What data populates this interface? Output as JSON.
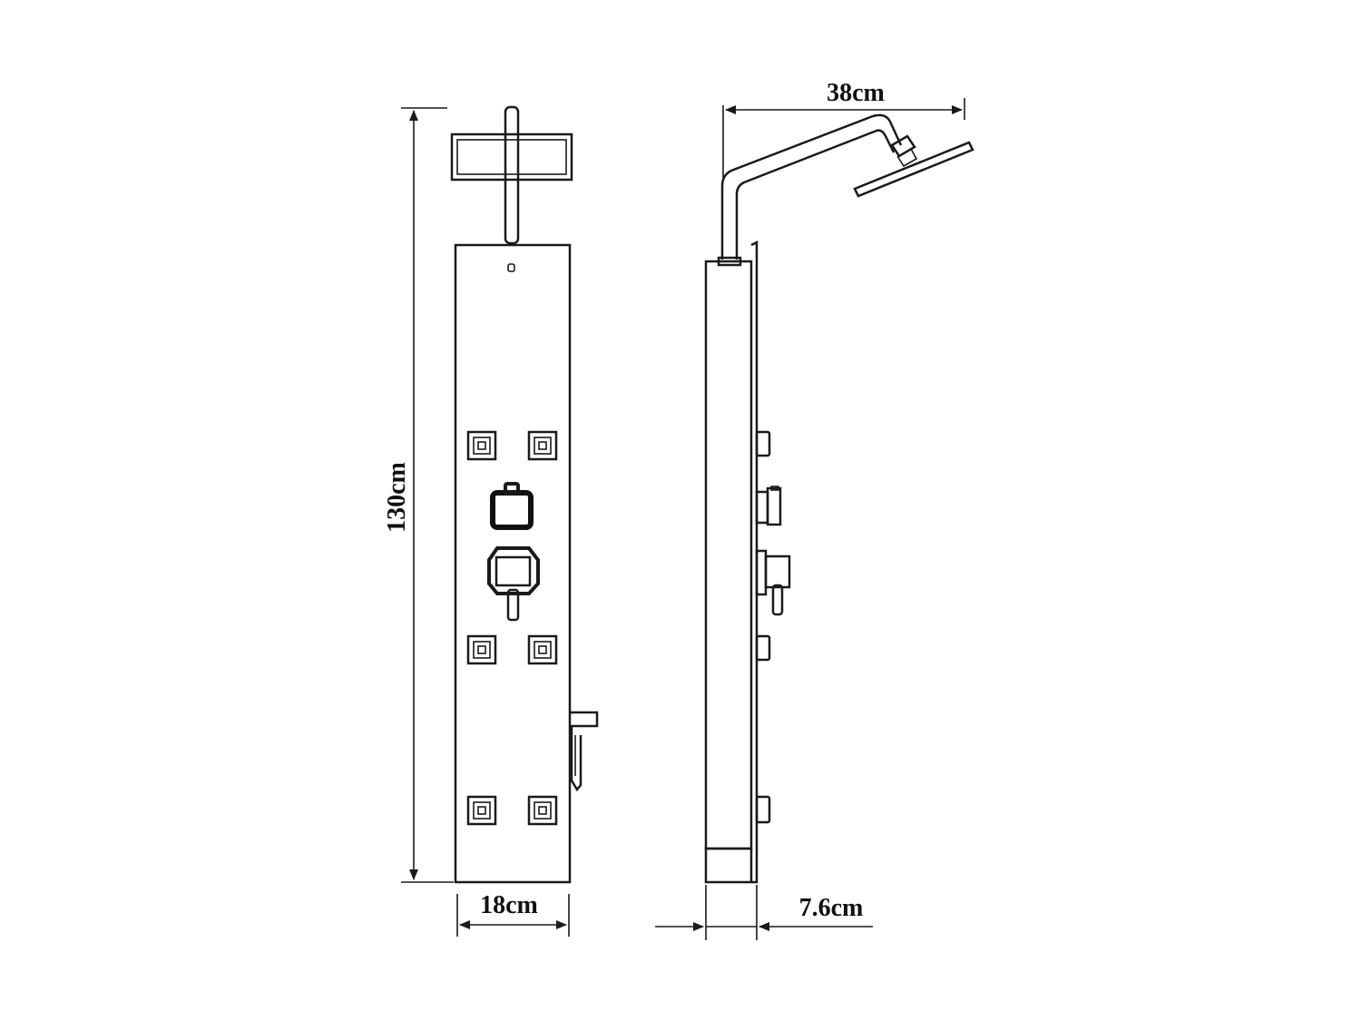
{
  "dimensions": {
    "height": "130cm",
    "front_width": "18cm",
    "arm_reach": "38cm",
    "depth": "7.6cm"
  },
  "colors": {
    "line": "#1a1a1a",
    "background": "#ffffff"
  }
}
